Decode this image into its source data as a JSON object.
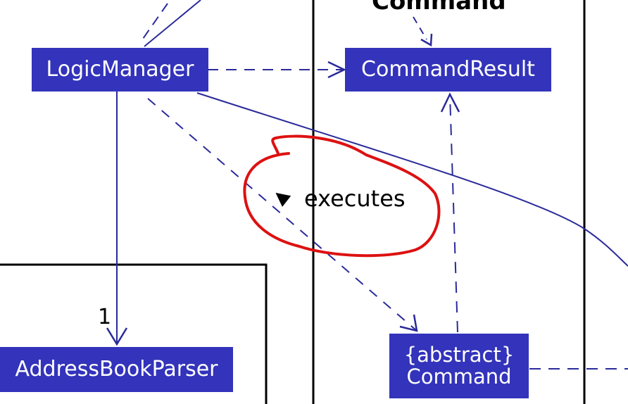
{
  "packages": {
    "command_package_title": "Command"
  },
  "classes": {
    "logic_manager": "LogicManager",
    "command_result": "CommandResult",
    "address_book_parser": "AddressBookParser",
    "command_stereotype": "{abstract}",
    "command_name": "Command"
  },
  "relations": {
    "executes_label": "executes",
    "executes_direction_glyph": "◀",
    "parser_multiplicity": "1"
  },
  "colors": {
    "class_fill": "#3333bb",
    "class_text": "#ffffff",
    "line": "#2a2a9a",
    "annotation": "#dd1111",
    "package_border": "#000000"
  }
}
